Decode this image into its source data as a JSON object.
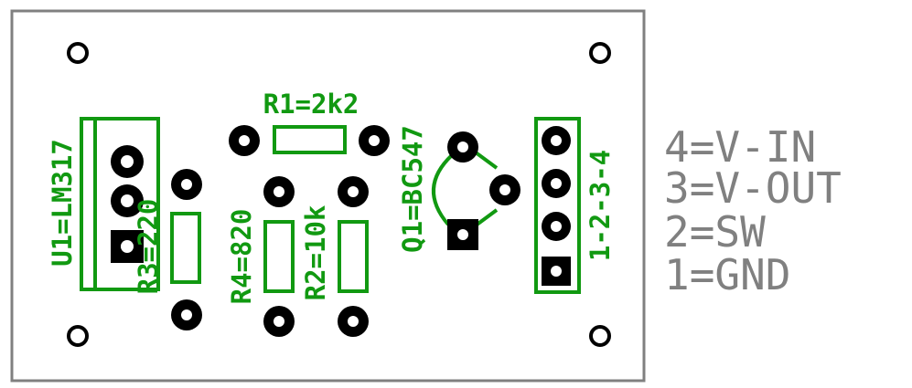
{
  "colors": {
    "silkscreen": "#119911",
    "pad": "#000000",
    "board_outline": "#808080",
    "legend_text": "#808080"
  },
  "labels": {
    "u1": "U1=LM317",
    "r1": "R1=2k2",
    "r2": "R2=10k",
    "r3": "R3=220",
    "r4": "R4=820",
    "q1": "Q1=BC547",
    "connector": "1-2-3-4"
  },
  "pin_legend": [
    "4=V-IN",
    "3=V-OUT",
    "2=SW",
    "1=GND"
  ],
  "icons": {
    "mounting_hole": "mounting-hole-icon",
    "round_pad": "round-pad-icon",
    "square_pad": "square-pad-icon"
  }
}
